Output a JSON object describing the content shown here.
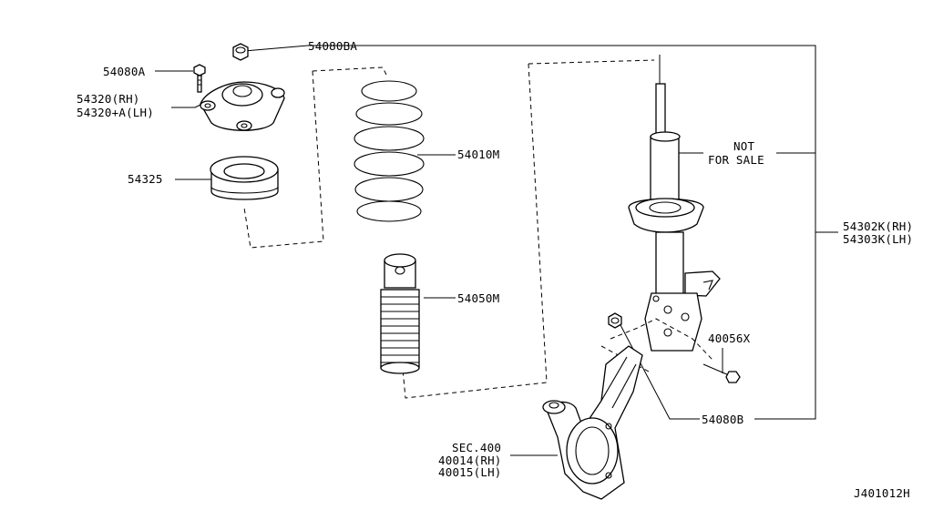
{
  "labels": {
    "nut_top": "54080BA",
    "bolt_top": "54080A",
    "mount_rh": "54320(RH)",
    "mount_lh": "54320+A(LH)",
    "bearing": "54325",
    "spring": "54010M",
    "not_for_sale_1": "NOT",
    "not_for_sale_2": "FOR SALE",
    "strut_rh": "54302K(RH)",
    "strut_lh": "54303K(LH)",
    "bound_bumper": "54050M",
    "bolt_knuckle": "40056X",
    "nut_knuckle": "54080B",
    "sec": "SEC.400",
    "knuckle_rh": "40014(RH)",
    "knuckle_lh": "40015(LH)",
    "figure_id": "J401012H"
  }
}
